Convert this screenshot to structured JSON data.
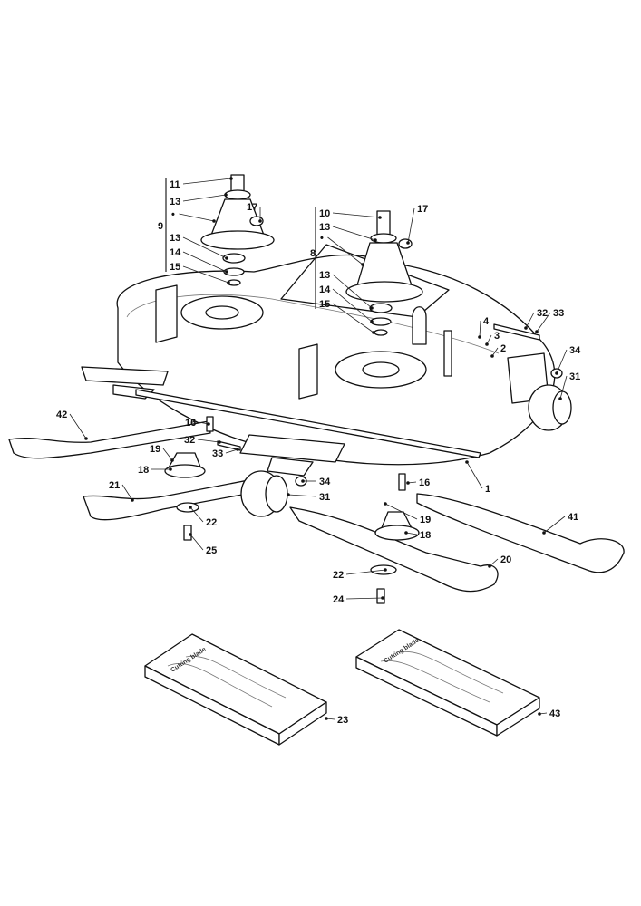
{
  "diagram": {
    "callouts": [
      "11",
      "13",
      "•",
      "9",
      "13",
      "14",
      "15",
      "17",
      "10",
      "13",
      "•",
      "8",
      "17",
      "13",
      "14",
      "15",
      "4",
      "3",
      "2",
      "32",
      "33",
      "34",
      "31",
      "42",
      "16",
      "32",
      "19",
      "33",
      "18",
      "34",
      "21",
      "16",
      "1",
      "31",
      "22",
      "19",
      "18",
      "41",
      "25",
      "20",
      "22",
      "24",
      "23",
      "43"
    ],
    "box_label_left": "Cutting blade",
    "box_label_right": "Cutting blade"
  }
}
